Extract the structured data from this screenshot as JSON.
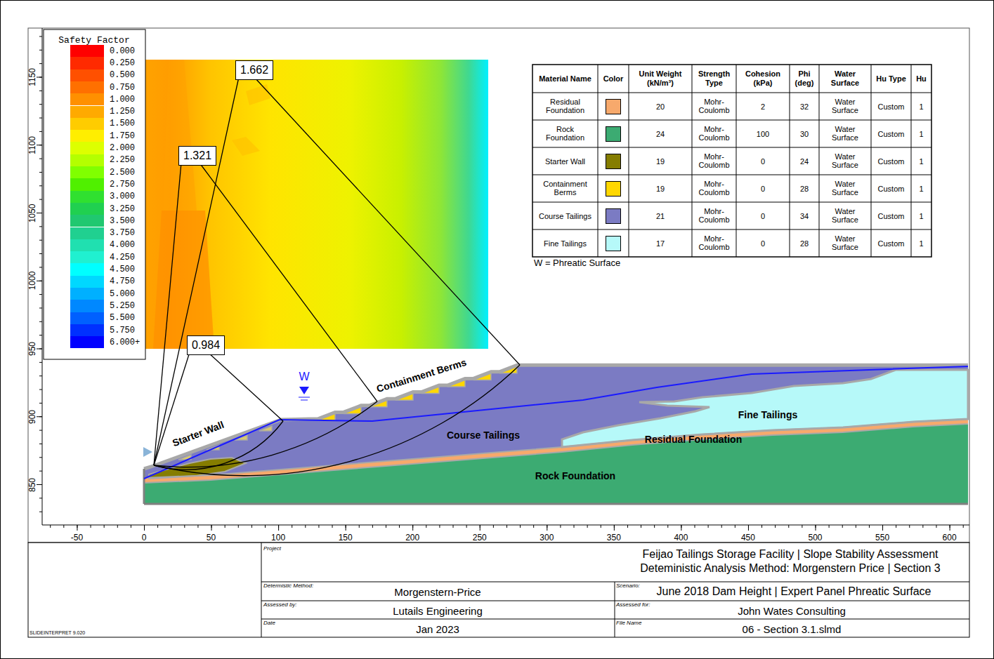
{
  "diagram": {
    "title": "Feijao Tailings Storage Facility | Slope Stability Assessment",
    "nodes": [
      {
        "text": [
          "1.662"
        ]
      },
      {
        "text": [
          "1.321"
        ]
      },
      {
        "text": [
          "0.984"
        ]
      }
    ],
    "labels": [
      "Safety Factor",
      "1150",
      "1100",
      "1050",
      "1000",
      "950",
      "900",
      "850",
      "-50",
      "0",
      "50",
      "100",
      "150",
      "200",
      "250",
      "300",
      "350",
      "400",
      "450",
      "500",
      "550",
      "600",
      "Material Name",
      "Color",
      "Unit Weight (kN/m³)",
      "Strength Type",
      "Cohesion (kPa)",
      "Phi (deg)",
      "Water Surface",
      "Hu Type",
      "Hu",
      "20",
      "Mohr-Coulomb",
      "2",
      "32",
      "Water Surface",
      "Custom",
      "1",
      "24",
      "Mohr-Coulomb",
      "100",
      "30",
      "Water Surface",
      "Custom",
      "1",
      "19",
      "Mohr-Coulomb",
      "0",
      "24",
      "Water Surface",
      "Custom",
      "1",
      "19",
      "Mohr-Coulomb",
      "0",
      "28",
      "Water Surface",
      "Custom",
      "1",
      "21",
      "Mohr-Coulomb",
      "0",
      "34",
      "Water Surface",
      "Custom",
      "1",
      "17",
      "Mohr-Coulomb",
      "0",
      "28",
      "Water Surface",
      "Custom",
      "1",
      "W = Phreatic Surface",
      "Containment Berms",
      "Starter Wall",
      "Course Tailings",
      "Fine Tailings",
      "Residual Foundation",
      "Rock Foundation",
      "W",
      "Project",
      "Deteministic Analysis Method: Morgenstern Price | Section 3",
      "Determistic Method:",
      "Morgenstern-Price",
      "Scenario:",
      "June 2018 Dam Height | Expert Panel Phreatic Surface",
      "Assessed by:",
      "Lutails Engineering",
      "Assessed for:",
      "John Wates Consulting",
      "Date",
      "Jan 2023",
      "File Name",
      "06 - Section 3.1.slmd",
      "SLIDEINTERPRET 9.020"
    ],
    "legend": [
      {
        "text": "0.000",
        "color": "#ff0000"
      },
      {
        "text": "0.250",
        "color": "#ff2a00"
      },
      {
        "text": "0.500",
        "color": "#ff5000"
      },
      {
        "text": "0.750",
        "color": "#ff7000"
      },
      {
        "text": "1.000",
        "color": "#ff9000"
      },
      {
        "text": "1.250",
        "color": "#ffaa00"
      },
      {
        "text": "1.500",
        "color": "#ffcc00"
      },
      {
        "text": "1.750",
        "color": "#ffee00"
      },
      {
        "text": "2.000",
        "color": "#ddff00"
      },
      {
        "text": "2.250",
        "color": "#b4ff00"
      },
      {
        "text": "2.500",
        "color": "#80ff00"
      },
      {
        "text": "2.750",
        "color": "#50f000"
      },
      {
        "text": "3.000",
        "color": "#30e030"
      },
      {
        "text": "3.250",
        "color": "#20d050"
      },
      {
        "text": "3.500",
        "color": "#20c870"
      },
      {
        "text": "3.750",
        "color": "#20d090"
      },
      {
        "text": "4.000",
        "color": "#20e0b0"
      },
      {
        "text": "4.250",
        "color": "#20f0d0"
      },
      {
        "text": "4.500",
        "color": "#00ffff"
      },
      {
        "text": "4.750",
        "color": "#00d8ff"
      },
      {
        "text": "5.000",
        "color": "#00b0ff"
      },
      {
        "text": "5.250",
        "color": "#0088ff"
      },
      {
        "text": "5.500",
        "color": "#0060ff"
      },
      {
        "text": "5.750",
        "color": "#0030ff"
      },
      {
        "text": "6.000+",
        "color": "#0000ff"
      },
      {
        "text": "Residual Foundation",
        "color": "#f7a96c"
      },
      {
        "text": "Rock Foundation",
        "color": "#3cab72"
      },
      {
        "text": "Starter Wall",
        "color": "#857d00"
      },
      {
        "text": "Containment Berms",
        "color": "#ffd700"
      },
      {
        "text": "Course Tailings",
        "color": "#7b7bc3"
      },
      {
        "text": "Fine Tailings",
        "color": "#b6f9f9"
      }
    ]
  }
}
